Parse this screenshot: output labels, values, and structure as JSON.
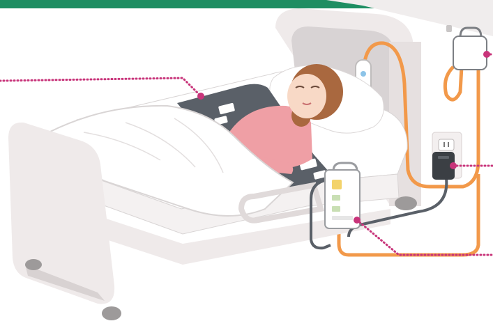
{
  "scene": {
    "description_free": true,
    "colors": {
      "background": "#ffffff",
      "top_bar": "#1e8e62",
      "bed_frame": "#efeaea",
      "bed_frame_shadow": "#d8d2d2",
      "mattress": "#ffffff",
      "mat": "#5a6068",
      "sensor_pad": "#ffffff",
      "blanket": "#ffffff",
      "blanket_line": "#d9d5d5",
      "pajama": "#ef9fa5",
      "skin": "#f8d9c6",
      "hair": "#a9683f",
      "pillow": "#ffffff",
      "cable_orange": "#f2994a",
      "cable_gray": "#5a6068",
      "adapter": "#3b3f44",
      "outlet_plate": "#f3efef",
      "device_body": "#ffffff",
      "device_outline": "#9a9ca0",
      "device_panel_yellow": "#f3d36b",
      "device_panel_green": "#c9dfb4",
      "callout_dot": "#c8347a",
      "callout_line": "#c8347a",
      "nurse_button": "#ffffff",
      "nurse_button_accent": "#8cc4e8"
    },
    "icons": [
      "bed-illustration",
      "patient-figure",
      "sensor-mat",
      "nurse-call-button",
      "wall-call-unit",
      "power-adapter",
      "bedside-controller"
    ]
  }
}
